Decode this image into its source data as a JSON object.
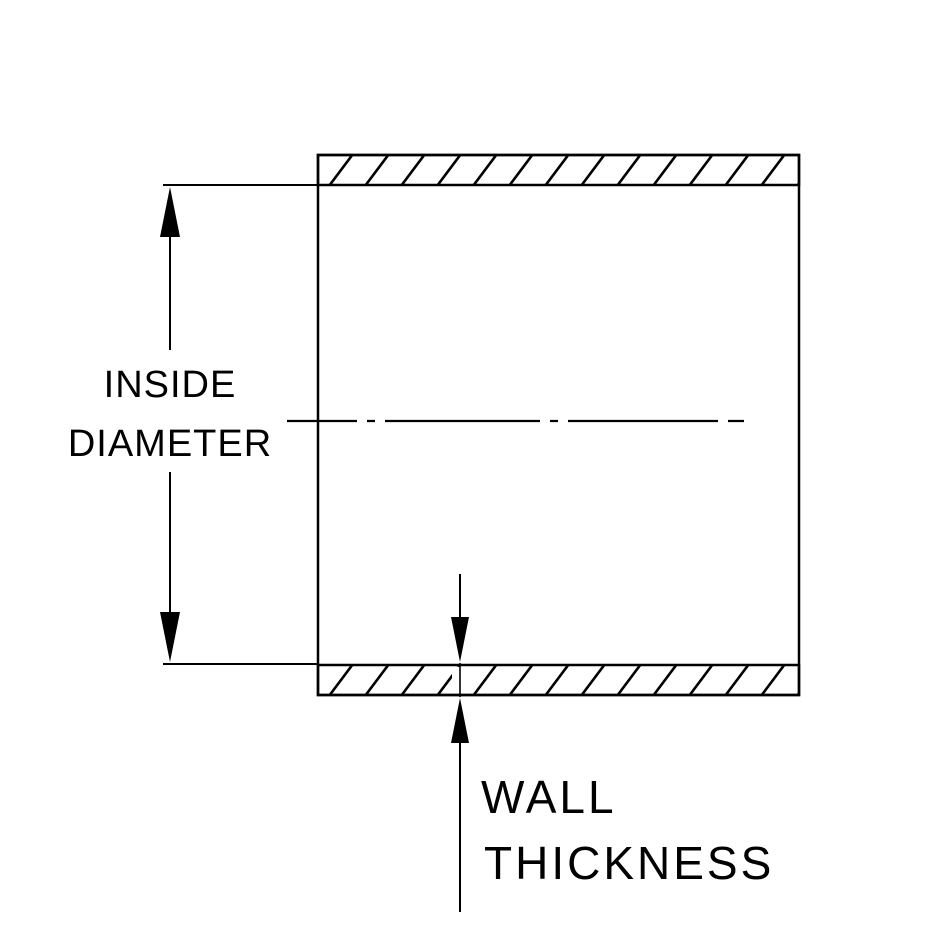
{
  "drawing": {
    "labels": {
      "inside_diameter": [
        "INSIDE",
        "DIAMETER"
      ],
      "wall_thickness": [
        "WALL",
        "THICKNESS"
      ]
    },
    "colors": {
      "ink": "#000000",
      "paper": "#ffffff"
    }
  }
}
